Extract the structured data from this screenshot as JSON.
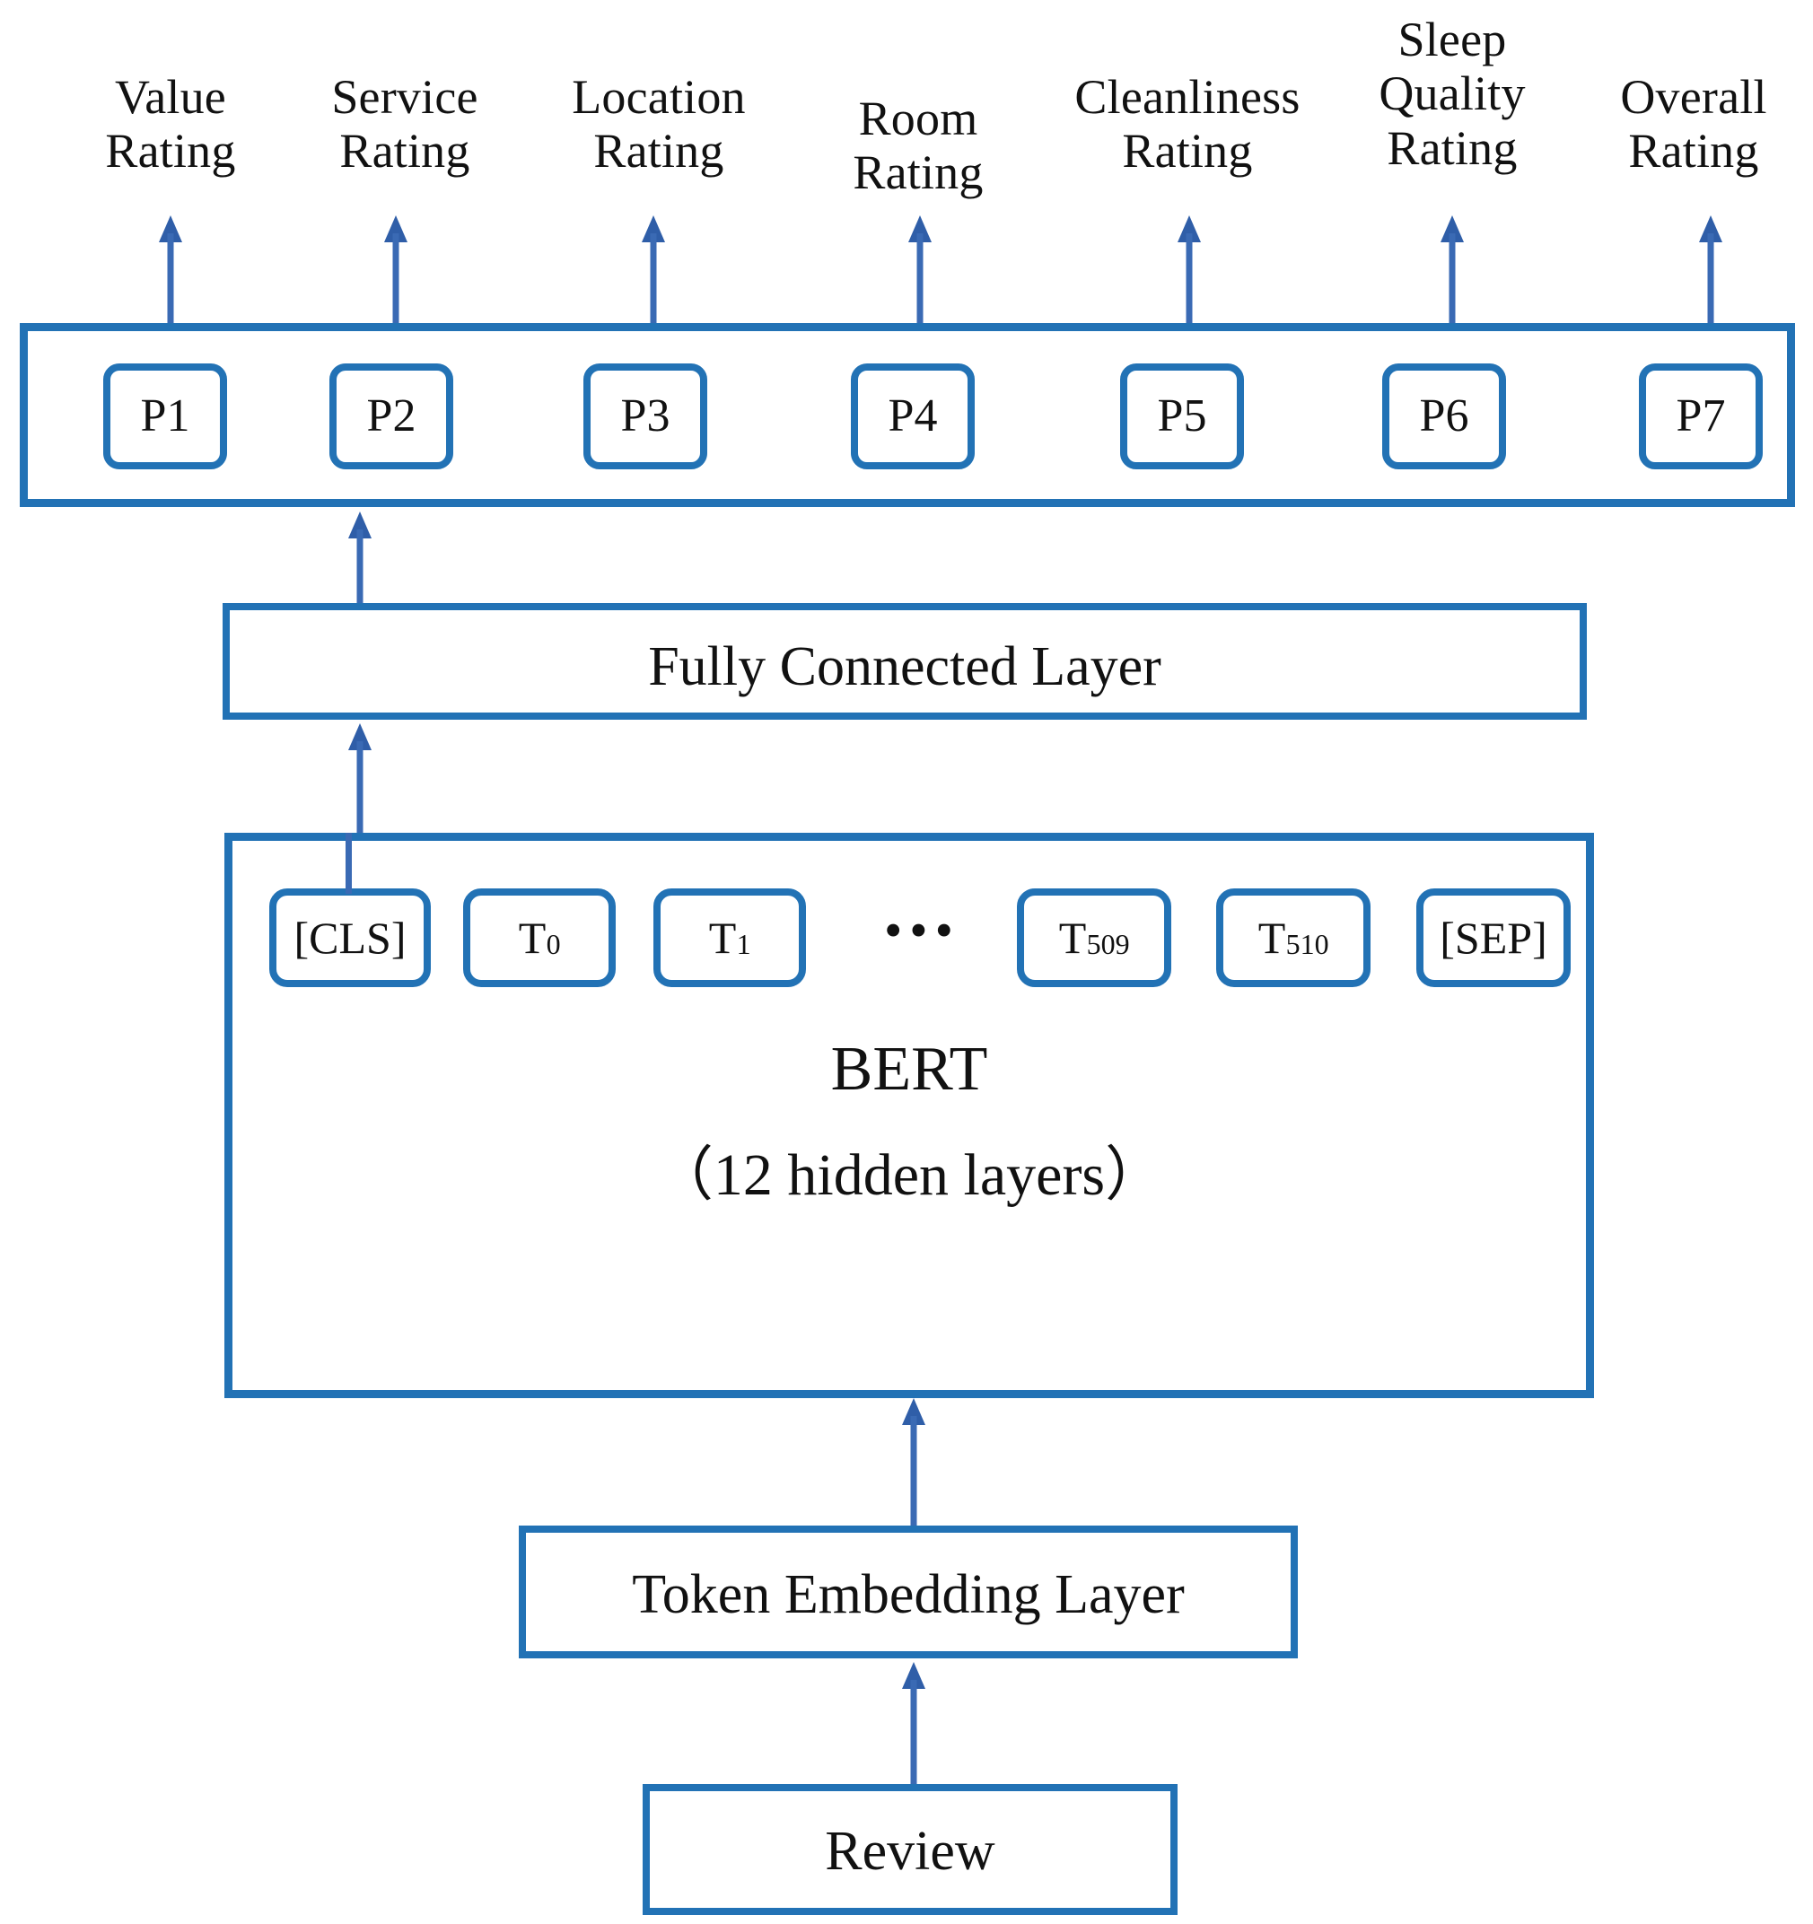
{
  "diagram": {
    "title": "BERT multi-task hotel review rating prediction architecture",
    "colors": {
      "box_border": "#2272b5",
      "arrow": "#3a6ab4",
      "arrow_head": "#2f5ea8",
      "text": "#111111",
      "background": "#ffffff"
    },
    "outputs": [
      {
        "label": "Value\nRating",
        "chip": "P1"
      },
      {
        "label": "Service\nRating",
        "chip": "P2"
      },
      {
        "label": "Location\nRating",
        "chip": "P3"
      },
      {
        "label": "Room\nRating",
        "chip": "P4"
      },
      {
        "label": "Cleanliness\nRating",
        "chip": "P5"
      },
      {
        "label": "Sleep\nQuality\nRating",
        "chip": "P6"
      },
      {
        "label": "Overall\nRating",
        "chip": "P7"
      }
    ],
    "fully_connected": {
      "label": "Fully Connected Layer"
    },
    "bert": {
      "title": "BERT",
      "subtitle": "（12 hidden layers）",
      "tokens": [
        {
          "text": "[CLS]",
          "sub": ""
        },
        {
          "text": "T",
          "sub": "0"
        },
        {
          "text": "T",
          "sub": "1"
        },
        {
          "text": "T",
          "sub": "509"
        },
        {
          "text": "T",
          "sub": "510"
        },
        {
          "text": "[SEP]",
          "sub": ""
        }
      ],
      "ellipsis": "•••"
    },
    "token_embedding": {
      "label": "Token Embedding Layer"
    },
    "input": {
      "label": "Review"
    }
  }
}
